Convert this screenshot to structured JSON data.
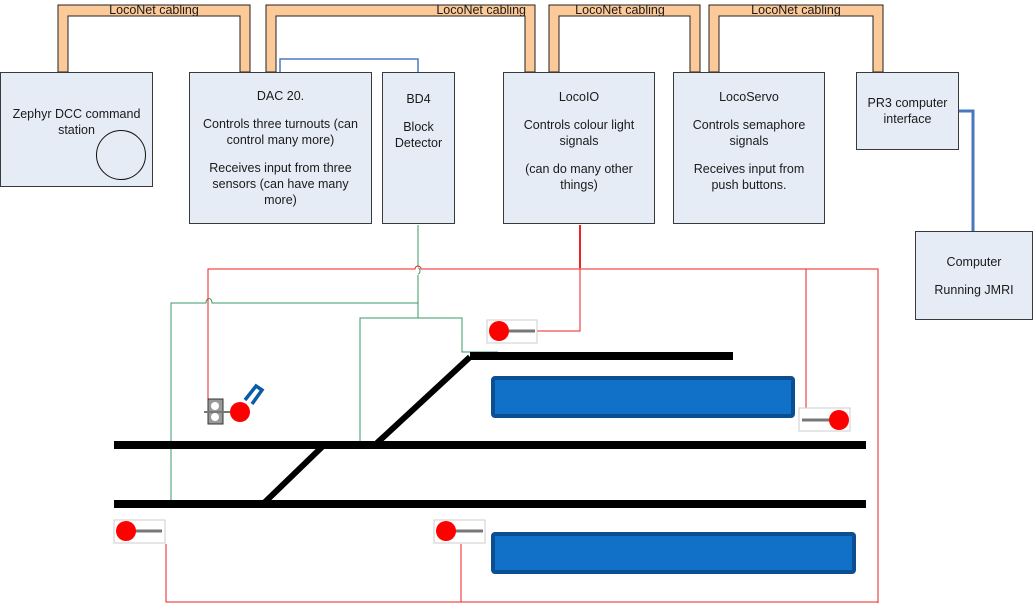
{
  "diagram": {
    "cable_label": "LocoNet cabling",
    "colors": {
      "loconet_cable": "#fcc998",
      "box_fill": "#e5ecf6",
      "box_border": "#3a3a3a",
      "usb_link": "#4a78c0",
      "signal_wire": "#ee2222",
      "detector_wire": "#3a9a6a",
      "track": "#000000",
      "platform": "#1170c8",
      "platform_border": "#0b4f92",
      "signal_lamp": "#ff0000"
    },
    "cables": [
      {
        "label": "LocoNet cabling",
        "from": "zephyr",
        "to": "dac20"
      },
      {
        "label": "LocoNet cabling",
        "from": "dac20",
        "to": "locoio"
      },
      {
        "label": "LocoNet cabling",
        "from": "locoio",
        "to": "locoservo"
      },
      {
        "label": "LocoNet cabling",
        "from": "locoservo",
        "to": "pr3"
      }
    ],
    "devices": {
      "zephyr": {
        "lines": [
          "Zephyr DCC command",
          "station"
        ]
      },
      "dac20": {
        "lines": [
          "DAC 20.",
          "",
          "Controls three turnouts (can",
          "control many more)",
          "",
          "Receives input from three",
          "sensors (can have many",
          "more)"
        ]
      },
      "bd4": {
        "lines": [
          "BD4",
          "",
          "Block",
          "Detector"
        ]
      },
      "locoio": {
        "lines": [
          "LocoIO",
          "",
          "Controls colour light",
          "signals",
          "",
          "(can do many other",
          "things)"
        ]
      },
      "locoservo": {
        "lines": [
          "LocoServo",
          "",
          "Controls semaphore",
          "signals",
          "",
          "Receives input from",
          "push buttons."
        ]
      },
      "pr3": {
        "lines": [
          "PR3 computer",
          "interface"
        ]
      },
      "computer": {
        "lines": [
          "Computer",
          "",
          "Running JMRI"
        ]
      }
    },
    "layout_items": {
      "signals": [
        "colour-light-signal-upper",
        "semaphore-signal-right",
        "colour-light-signal-lower-left",
        "colour-light-signal-lower-middle",
        "ground-signal-with-push-button"
      ],
      "platforms": [
        "upper-platform",
        "lower-platform"
      ],
      "tracks": [
        "upper-siding",
        "main-line-upper",
        "main-line-lower",
        "crossover",
        "siding-turnout"
      ]
    }
  }
}
